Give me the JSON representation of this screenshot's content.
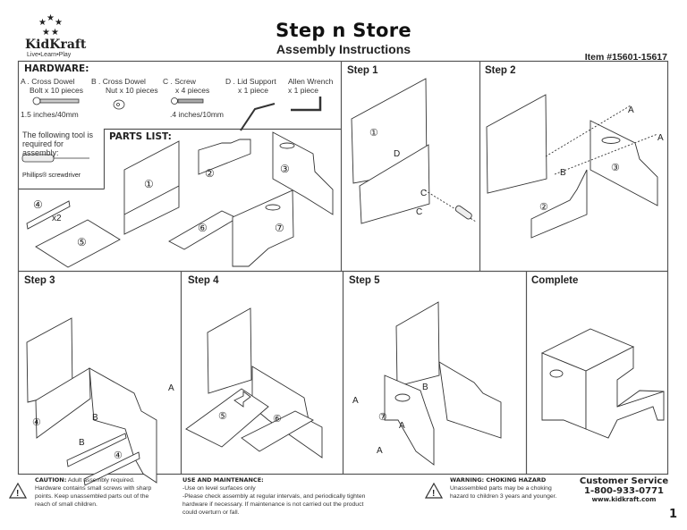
{
  "header": {
    "logo_name": "KidKraft",
    "logo_tagline": "Live•Learn•Play",
    "title": "Step n Store",
    "subtitle": "Assembly Instructions",
    "item_number": "Item #15601-15617"
  },
  "hardware": {
    "title": "HARDWARE:",
    "items": [
      {
        "line1": "A . Cross Dowel",
        "line2": "Bolt  x 10 pieces",
        "size": "1.5 inches/40mm"
      },
      {
        "line1": "B . Cross Dowel",
        "line2": "Nut x 10 pieces"
      },
      {
        "line1": "C . Screw",
        "line2": "x 4 pieces",
        "size": ".4 inches/10mm"
      },
      {
        "line1": "D . Lid Support",
        "line2": "x 1 piece"
      },
      {
        "line1": "Allen Wrench",
        "line2": "x 1 piece"
      }
    ],
    "tool_note": "The following tool is required for assembly:",
    "tool_name": "Phillips® screwdriver"
  },
  "parts_list": {
    "title": "PARTS LIST:",
    "labels": [
      "①",
      "②",
      "③",
      "④",
      "⑤",
      "⑥",
      "⑦"
    ],
    "quantity_4": "x2"
  },
  "steps": [
    {
      "title": "Step 1",
      "labels": [
        "①",
        "D",
        "C",
        "C"
      ]
    },
    {
      "title": "Step 2",
      "labels": [
        "A",
        "A",
        "B",
        "③",
        "②"
      ]
    },
    {
      "title": "Step 3",
      "labels": [
        "A",
        "B",
        "B",
        "④",
        "④"
      ]
    },
    {
      "title": "Step 4",
      "labels": [
        "⑤",
        "⑥"
      ]
    },
    {
      "title": "Step 5",
      "labels": [
        "A",
        "B",
        "⑦",
        "A",
        "A"
      ]
    },
    {
      "title": "Complete"
    }
  ],
  "footer": {
    "caution_title": "CAUTION:",
    "caution_text": "Adult assembly required. Hardware contains small screws with sharp points. Keep unassembled parts out of the reach of small children.",
    "maintenance_title": "USE AND MAINTENANCE:",
    "maintenance_line1": "-Use on level surfaces only",
    "maintenance_line2": "-Please check assembly at regular intervals, and periodically tighten hardware if necessary.  If maintenance is not carried out the product could overturn or fall.",
    "warning_title": "WARNING: CHOKING HAZARD",
    "warning_text": "Unassembled parts may be a choking hazard to children 3 years and younger.",
    "service_title": "Customer Service",
    "service_phone": "1-800-933-0771",
    "service_web": "www.kidkraft.com",
    "page_number": "1"
  }
}
